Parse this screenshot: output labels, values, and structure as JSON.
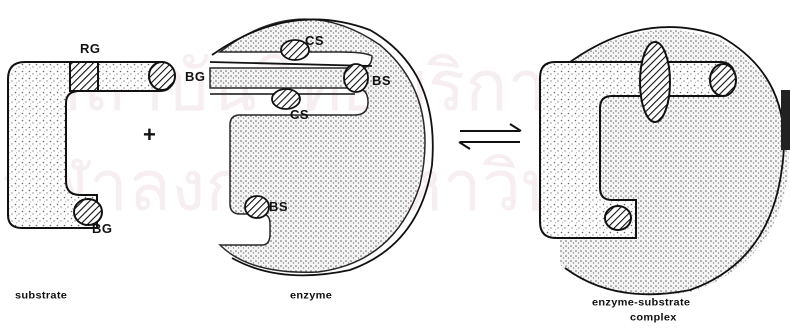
{
  "labels": {
    "rg": "RG",
    "bg": "BG",
    "cs": "CS",
    "bs": "BS",
    "plus": "+"
  },
  "captions": {
    "substrate": "substrate",
    "enzyme": "enzyme",
    "complex_line1": "enzyme-substrate",
    "complex_line2": "complex"
  },
  "colors": {
    "ink": "#111111",
    "stipple": "#7a7a7a",
    "watermark": "#e6cfd6"
  },
  "icons": {
    "equilibrium": "reversible-equilibrium-arrows-icon"
  }
}
